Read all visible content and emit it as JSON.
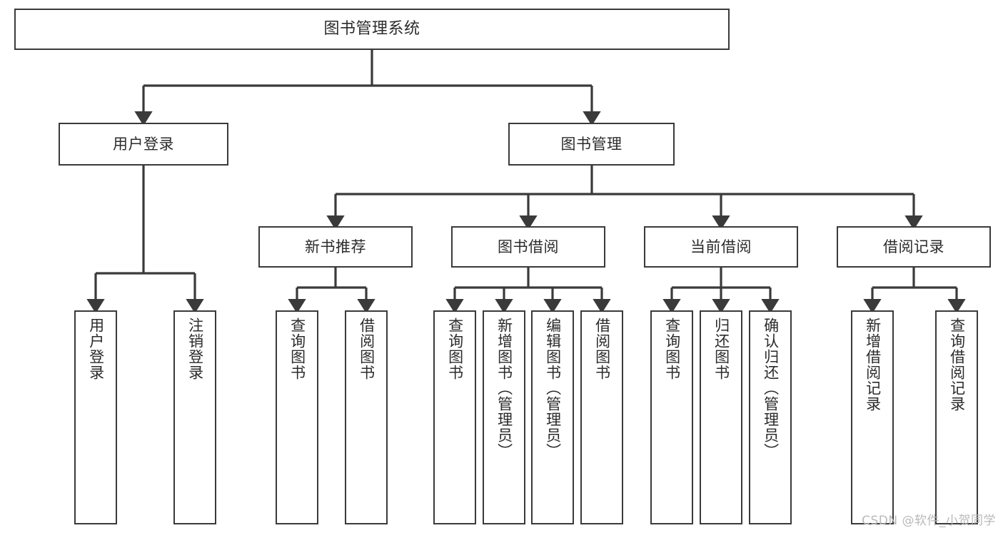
{
  "diagram": {
    "type": "tree-hierarchy-chart",
    "title": "图书管理系统",
    "stroke_color": "#3a3a3a",
    "text_color": "#2b2b2b",
    "background": "#ffffff",
    "nodes": {
      "root": {
        "label": "图书管理系统"
      },
      "level2": [
        {
          "id": "user-login",
          "label": "用户登录"
        },
        {
          "id": "book-manage",
          "label": "图书管理"
        }
      ],
      "level3": [
        {
          "id": "new-book-recommend",
          "label": "新书推荐"
        },
        {
          "id": "book-borrow",
          "label": "图书借阅"
        },
        {
          "id": "current-borrow",
          "label": "当前借阅"
        },
        {
          "id": "borrow-record",
          "label": "借阅记录"
        }
      ],
      "leaves": {
        "user-login": [
          {
            "id": "leaf-user-login",
            "label": "用户登录"
          },
          {
            "id": "leaf-logout",
            "label": "注销登录"
          }
        ],
        "new-book-recommend": [
          {
            "id": "leaf-query-book-1",
            "label": "查询图书"
          },
          {
            "id": "leaf-borrow-book-1",
            "label": "借阅图书"
          }
        ],
        "book-borrow": [
          {
            "id": "leaf-query-book-2",
            "label": "查询图书"
          },
          {
            "id": "leaf-add-book",
            "label": "新增图书（管理员）"
          },
          {
            "id": "leaf-edit-book",
            "label": "编辑图书（管理员）"
          },
          {
            "id": "leaf-borrow-book-2",
            "label": "借阅图书"
          }
        ],
        "current-borrow": [
          {
            "id": "leaf-query-book-3",
            "label": "查询图书"
          },
          {
            "id": "leaf-return-book",
            "label": "归还图书"
          },
          {
            "id": "leaf-confirm-return",
            "label": "确认归还（管理员）"
          }
        ],
        "borrow-record": [
          {
            "id": "leaf-add-record",
            "label": "新增借阅记录"
          },
          {
            "id": "leaf-query-record",
            "label": "查询借阅记录"
          }
        ]
      }
    },
    "watermark": "CSDN @软件_小贺同学"
  }
}
